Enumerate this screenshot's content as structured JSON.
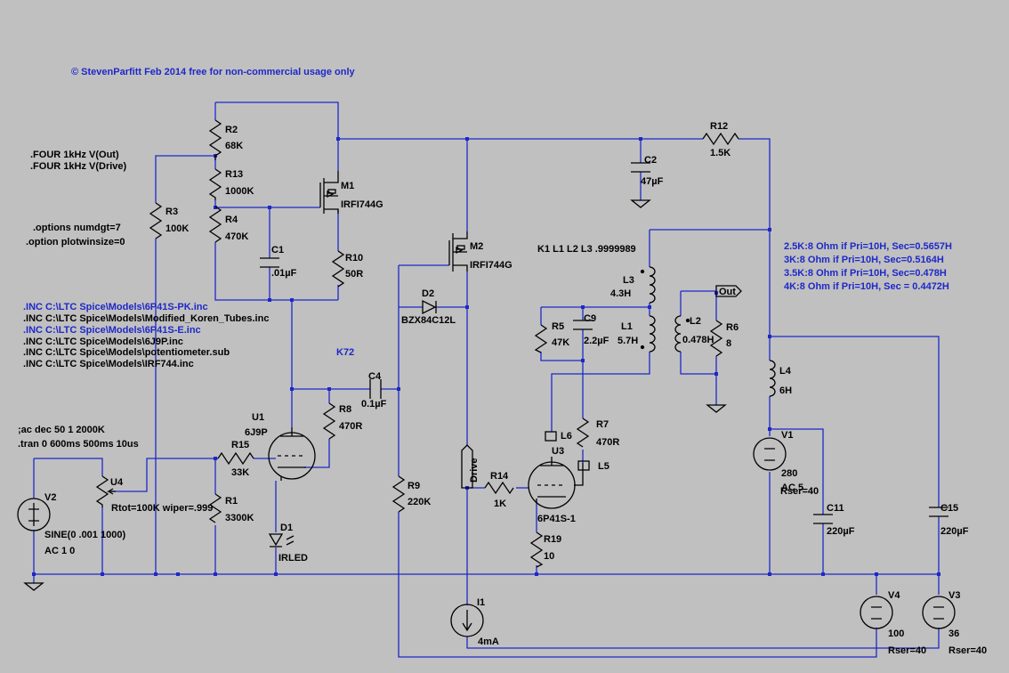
{
  "copyright": "© StevenParfitt Feb 2014 free for non-commercial usage only",
  "directives": {
    "four1": ".FOUR 1kHz V(Out)",
    "four2": ".FOUR 1kHz V(Drive)",
    "options1": ".options numdgt=7",
    "options2": ".option plotwinsize=0",
    "ac": ";ac dec 50 1 2000K",
    "tran": ".tran 0 600ms 500ms 10us",
    "coupling": "K1 L1 L2  L3 .9999989"
  },
  "includes": [
    ".INC C:\\LTC Spice\\Models\\6P41S-PK.inc",
    ".INC C:\\LTC Spice\\Models\\Modified_Koren_Tubes.inc",
    ".INC C:\\LTC Spice\\Models\\6P41S-E.inc",
    ".INC C:\\LTC Spice\\Models\\6J9P.inc",
    ".INC C:\\LTC Spice\\Models\\potentiometer.sub",
    ".INC C:\\LTC Spice\\Models\\IRF744.inc"
  ],
  "transformer_notes": [
    "2.5K:8 Ohm if Pri=10H, Sec=0.5657H",
    "3K:8 Ohm if Pri=10H, Sec=0.5164H",
    "3.5K:8 Ohm if Pri=10H, Sec=0.478H",
    "4K:8 Ohm if Pri=10H, Sec = 0.4472H"
  ],
  "node_label_k72": "K72",
  "net_labels": {
    "out": "Out",
    "drive": "Drive"
  },
  "components": {
    "R2": {
      "name": "R2",
      "value": "68K"
    },
    "R13": {
      "name": "R13",
      "value": "1000K"
    },
    "R4": {
      "name": "R4",
      "value": "470K"
    },
    "R3": {
      "name": "R3",
      "value": "100K"
    },
    "C1": {
      "name": "C1",
      "value": ".01µF"
    },
    "M1": {
      "name": "M1",
      "value": "IRFI744G"
    },
    "R10": {
      "name": "R10",
      "value": "50R"
    },
    "M2": {
      "name": "M2",
      "value": "IRFI744G"
    },
    "D2": {
      "name": "D2",
      "value": "BZX84C12L"
    },
    "C2": {
      "name": "C2",
      "value": "47µF"
    },
    "R12": {
      "name": "R12",
      "value": "1.5K"
    },
    "L3": {
      "name": "L3",
      "value": "4.3H"
    },
    "L1": {
      "name": "L1",
      "value": "5.7H"
    },
    "L2": {
      "name": "L2",
      "value": "0.478H"
    },
    "R6": {
      "name": "R6",
      "value": "8"
    },
    "R5": {
      "name": "R5",
      "value": "47K"
    },
    "C9": {
      "name": "C9",
      "value": "2.2µF"
    },
    "C4": {
      "name": "C4",
      "value": "0.1µF"
    },
    "R8": {
      "name": "R8",
      "value": "470R"
    },
    "U1": {
      "name": "U1",
      "value": "6J9P"
    },
    "R15": {
      "name": "R15",
      "value": "33K"
    },
    "R1": {
      "name": "R1",
      "value": "3300K"
    },
    "D1": {
      "name": "D1",
      "value": "IRLED"
    },
    "U4": {
      "name": "U4",
      "value": "Rtot=100K wiper=.999"
    },
    "V2": {
      "name": "V2",
      "value": "SINE(0 .001 1000)",
      "value2": "AC 1 0"
    },
    "R9": {
      "name": "R9",
      "value": "220K"
    },
    "R14": {
      "name": "R14",
      "value": "1K"
    },
    "U3": {
      "name": "U3",
      "value": "6P41S-1"
    },
    "L6": {
      "name": "L6"
    },
    "L5": {
      "name": "L5"
    },
    "R7": {
      "name": "R7",
      "value": "470R"
    },
    "R19": {
      "name": "R19",
      "value": "10"
    },
    "I1": {
      "name": "I1",
      "value": "4mA"
    },
    "L4": {
      "name": "L4",
      "value": "6H"
    },
    "V1": {
      "name": "V1",
      "value": "280",
      "value2": "AC 5",
      "value3": "Rser=40"
    },
    "C11": {
      "name": "C11",
      "value": "220µF"
    },
    "C15": {
      "name": "C15",
      "value": "220µF"
    },
    "V4": {
      "name": "V4",
      "value": "100",
      "value2": "Rser=40"
    },
    "V3": {
      "name": "V3",
      "value": "36",
      "value2": "Rser=40"
    }
  }
}
